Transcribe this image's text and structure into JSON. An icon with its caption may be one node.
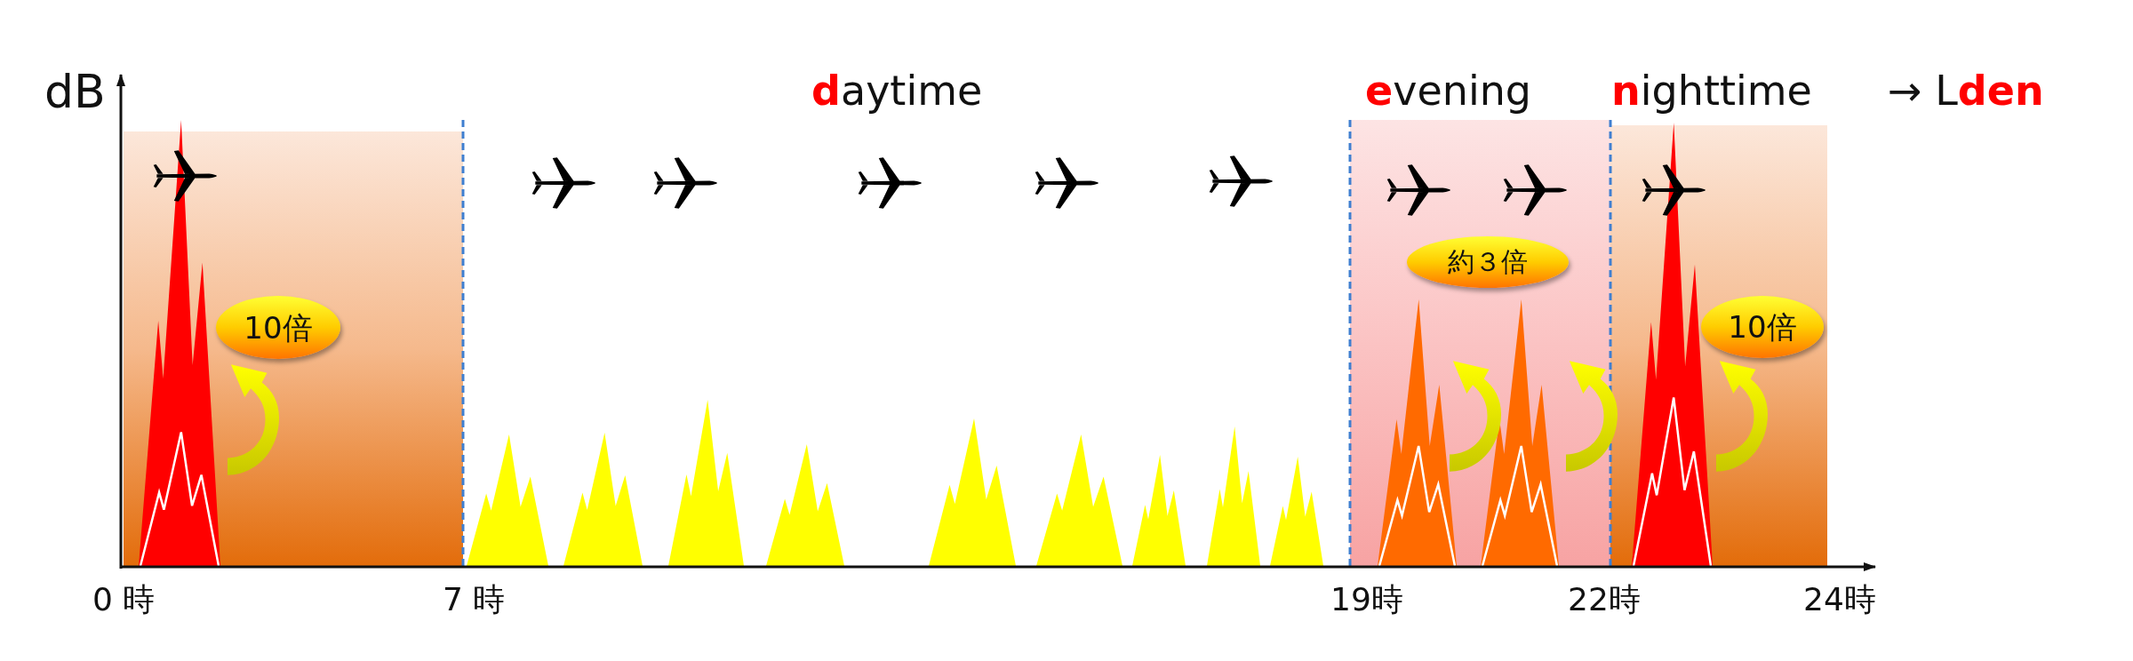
{
  "diagram": {
    "nodes": [
      {
        "text": [],
        "shape": "box"
      },
      {
        "text": [
          "10倍"
        ],
        "in": 0
      },
      {
        "text": [
          "**e**vening"
        ]
      },
      {
        "text": [
          "約３倍"
        ],
        "in": 2
      },
      {
        "text": [
          "**n**ighttime"
        ]
      },
      {
        "text": [
          "10倍"
        ],
        "in": 4
      }
    ],
    "labels": [
      "dB",
      "**d**aytime",
      "→ L**den**",
      "0 時",
      "7 時",
      "19時",
      "22時",
      "24時"
    ]
  }
}
